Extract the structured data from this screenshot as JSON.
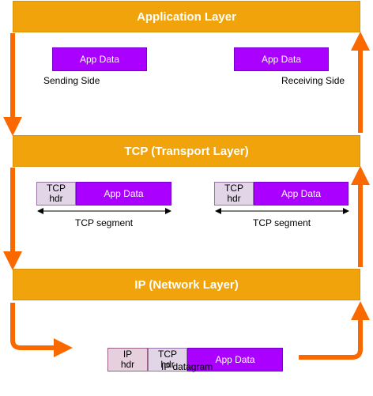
{
  "layers": {
    "application": "Application Layer",
    "transport": "TCP (Transport Layer)",
    "network": "IP (Network Layer)"
  },
  "application_section": {
    "sending": {
      "app_data": "App Data",
      "label": "Sending Side"
    },
    "receiving": {
      "app_data": "App Data",
      "label": "Receiving Side"
    }
  },
  "transport_section": {
    "left": {
      "header": "TCP\nhdr",
      "app_data": "App Data",
      "segment_label": "TCP segment"
    },
    "right": {
      "header": "TCP\nhdr",
      "app_data": "App Data",
      "segment_label": "TCP segment"
    }
  },
  "network_section": {
    "ip_header": "IP\nhdr",
    "tcp_header": "TCP\nhdr",
    "app_data": "App Data",
    "datagram_label": "IP datagram"
  },
  "colors": {
    "layer": "#f0a30a",
    "app_data": "#aa00ff",
    "tcp_header": "#e1d5e7",
    "ip_header": "#e6d0de",
    "flow_arrow": "#fa6800"
  }
}
